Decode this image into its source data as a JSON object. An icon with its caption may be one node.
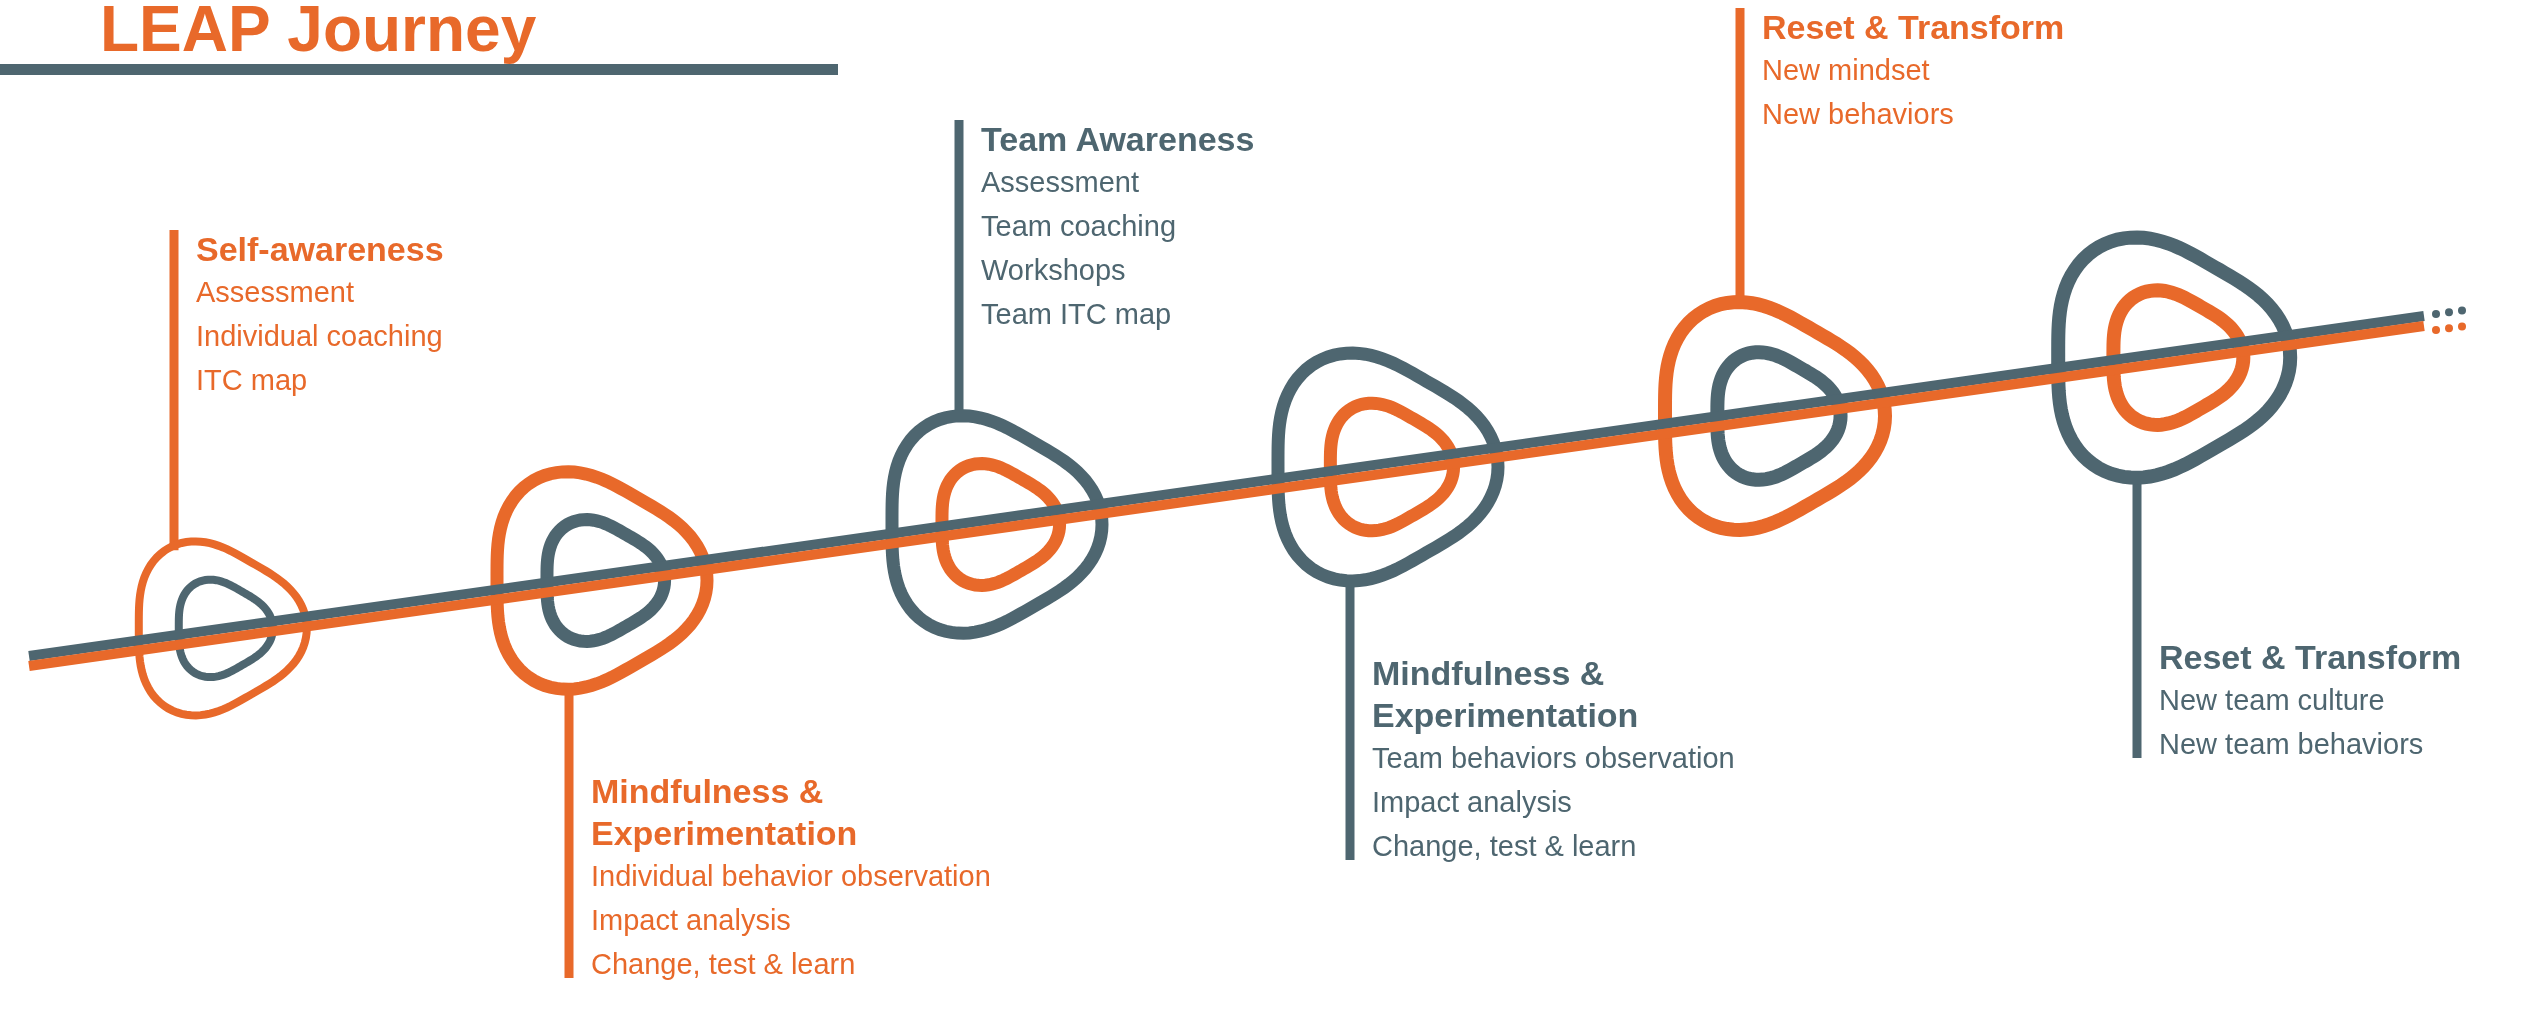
{
  "diagram": {
    "title": "LEAP Journey",
    "nodes": [
      {
        "text": [
          "Self-awareness",
          "Assessment",
          "Individual coaching",
          "ITC map"
        ]
      },
      {
        "text": [
          "Mindfulness & Experimentation",
          "Individual behavior observation",
          "Impact analysis",
          "Change, test & learn"
        ]
      },
      {
        "text": [
          "Team Awareness",
          "Assessment",
          "Team coaching",
          "Workshops",
          "Team ITC map"
        ]
      },
      {
        "text": [
          "Mindfulness & Experimentation",
          "Team behaviors observation",
          "Impact analysis",
          "Change, test & learn"
        ]
      },
      {
        "text": [
          "Reset & Transform",
          "New mindset",
          "New behaviors"
        ]
      },
      {
        "text": [
          "Reset & Transform",
          "New team culture",
          "New team behaviors"
        ]
      },
      {
        "text": [],
        "shape": "ring"
      },
      {
        "text": [],
        "shape": "ring"
      },
      {
        "text": [],
        "shape": "ring"
      },
      {
        "text": [],
        "shape": "ring"
      },
      {
        "text": [],
        "shape": "ring"
      },
      {
        "text": [],
        "shape": "ring"
      }
    ],
    "edges": [
      {
        "from": 0,
        "to": 6,
        "arrow": "none",
        "color": "#e8692a"
      },
      {
        "from": 1,
        "to": 7,
        "arrow": "none",
        "color": "#e8692a"
      },
      {
        "from": 2,
        "to": 8,
        "arrow": "none",
        "color": "#4e6670"
      },
      {
        "from": 3,
        "to": 9,
        "arrow": "none",
        "color": "#4e6670"
      },
      {
        "from": 4,
        "to": 10,
        "arrow": "none",
        "color": "#e8692a"
      },
      {
        "from": 5,
        "to": 11,
        "arrow": "none",
        "color": "#4e6670"
      }
    ]
  }
}
